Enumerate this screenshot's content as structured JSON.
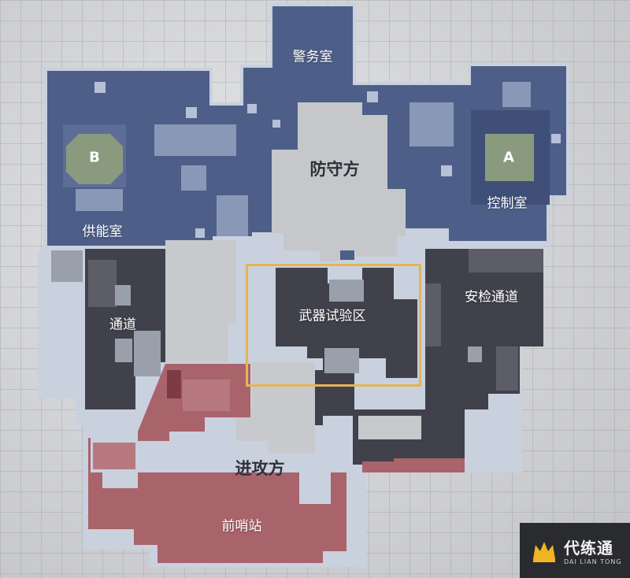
{
  "map": {
    "labels": {
      "police_room": "警务室",
      "defenders": "防守方",
      "control_room": "控制室",
      "power_room": "供能室",
      "passage": "通道",
      "weapon_test_area": "武器试验区",
      "security_passage": "安检通道",
      "attackers": "进攻方",
      "outpost": "前哨站"
    },
    "sites": {
      "a": "A",
      "b": "B"
    },
    "colors": {
      "defender_zone": "#4c5e86",
      "mid_zone": "#3f4049",
      "attacker_zone": "#a9636b",
      "highlight_box": "#e4b552"
    }
  },
  "watermark": {
    "name": "代练通",
    "subtitle": "DAI LIAN TONG"
  }
}
